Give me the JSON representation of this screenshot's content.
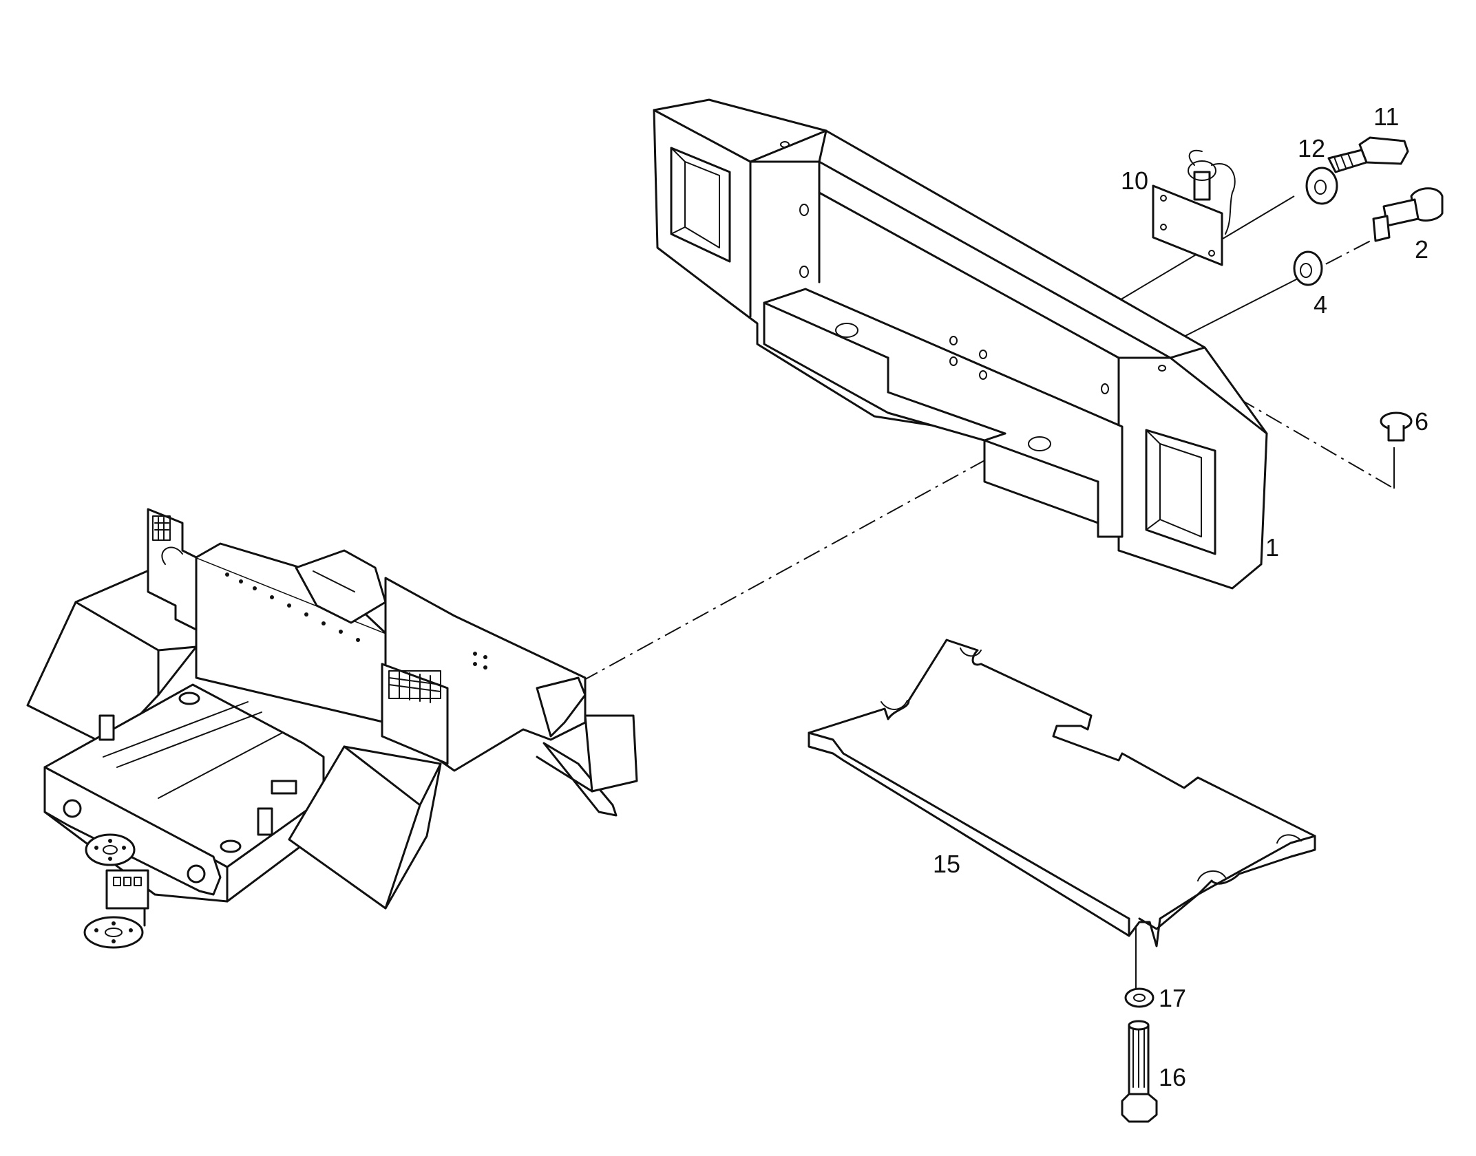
{
  "callouts": {
    "c1": "1",
    "c2": "2",
    "c4": "4",
    "c6": "6",
    "c10": "10",
    "c11": "11",
    "c12": "12",
    "c15": "15",
    "c16": "16",
    "c17": "17"
  },
  "parts": [
    {
      "ref": "1",
      "icon": "counterweight-block"
    },
    {
      "ref": "2",
      "icon": "shoulder-bolt"
    },
    {
      "ref": "4",
      "icon": "washer"
    },
    {
      "ref": "6",
      "icon": "plug-cap"
    },
    {
      "ref": "10",
      "icon": "pin-with-chain-bracket"
    },
    {
      "ref": "11",
      "icon": "hex-bolt"
    },
    {
      "ref": "12",
      "icon": "washer"
    },
    {
      "ref": "15",
      "icon": "base-plate"
    },
    {
      "ref": "16",
      "icon": "hex-bolt-long"
    },
    {
      "ref": "17",
      "icon": "washer"
    }
  ]
}
